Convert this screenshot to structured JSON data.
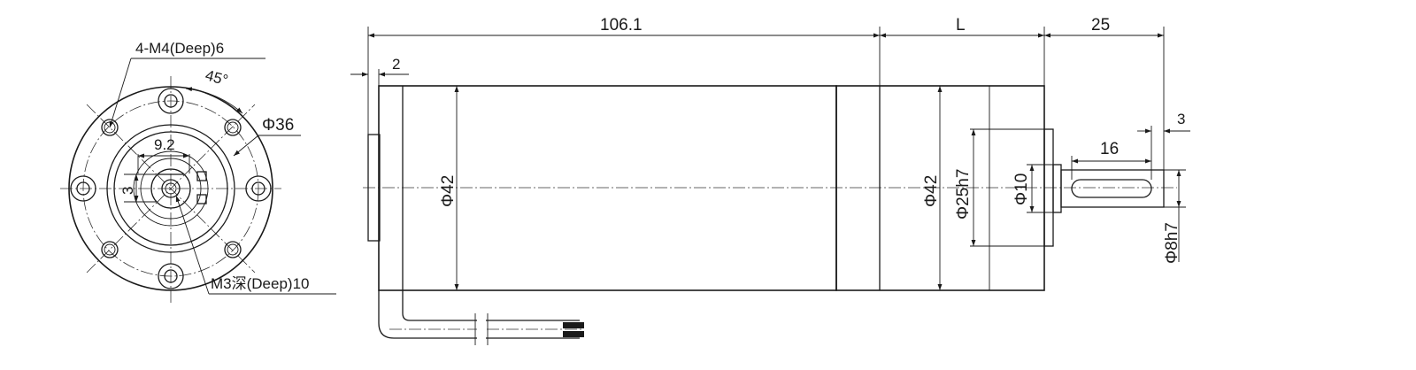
{
  "front_view": {
    "hole_spec": "4-M4(Deep)6",
    "angle": "45°",
    "bolt_circle": "Φ36",
    "flat_width": "9.2",
    "flat_offset": "3",
    "center_thread": "M3深(Deep)10"
  },
  "side_view": {
    "motor_length": "106.1",
    "gearbox_length": "L",
    "shaft_length": "25",
    "end_cap": "2",
    "body_dia_motor": "Φ42",
    "body_dia_gearbox": "Φ42",
    "pilot_dia": "Φ25h7",
    "boss_dia": "Φ10",
    "shaft_dia": "Φ8h7",
    "key_length": "16",
    "key_offset": "3"
  },
  "colors": {
    "line": "#1a1a1a",
    "background": "#ffffff"
  }
}
